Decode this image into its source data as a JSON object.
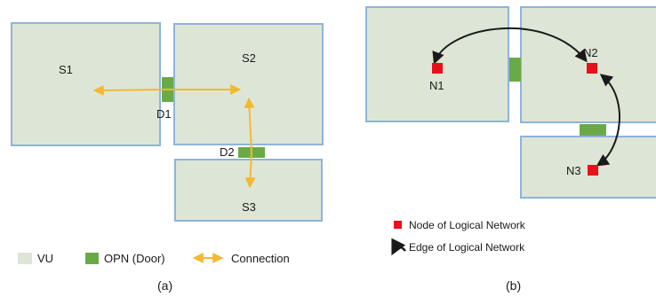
{
  "panel_a": {
    "spaces": [
      "S1",
      "S2",
      "S3"
    ],
    "doors": [
      "D1",
      "D2"
    ],
    "caption": "(a)",
    "legend": {
      "vu": "VU",
      "opn": "OPN (Door)",
      "connection": "Connection"
    }
  },
  "panel_b": {
    "nodes": [
      "N1",
      "N2",
      "N3"
    ],
    "caption": "(b)",
    "legend": {
      "node": "Node of Logical Network",
      "edge": "Edge of Logical Network"
    }
  },
  "colors": {
    "room_fill": "#dde6d6",
    "room_stroke": "#8fb3dc",
    "door": "#6aaa46",
    "connection": "#f5b82e",
    "node": "#e8101a",
    "edge": "#1a1a1a"
  }
}
